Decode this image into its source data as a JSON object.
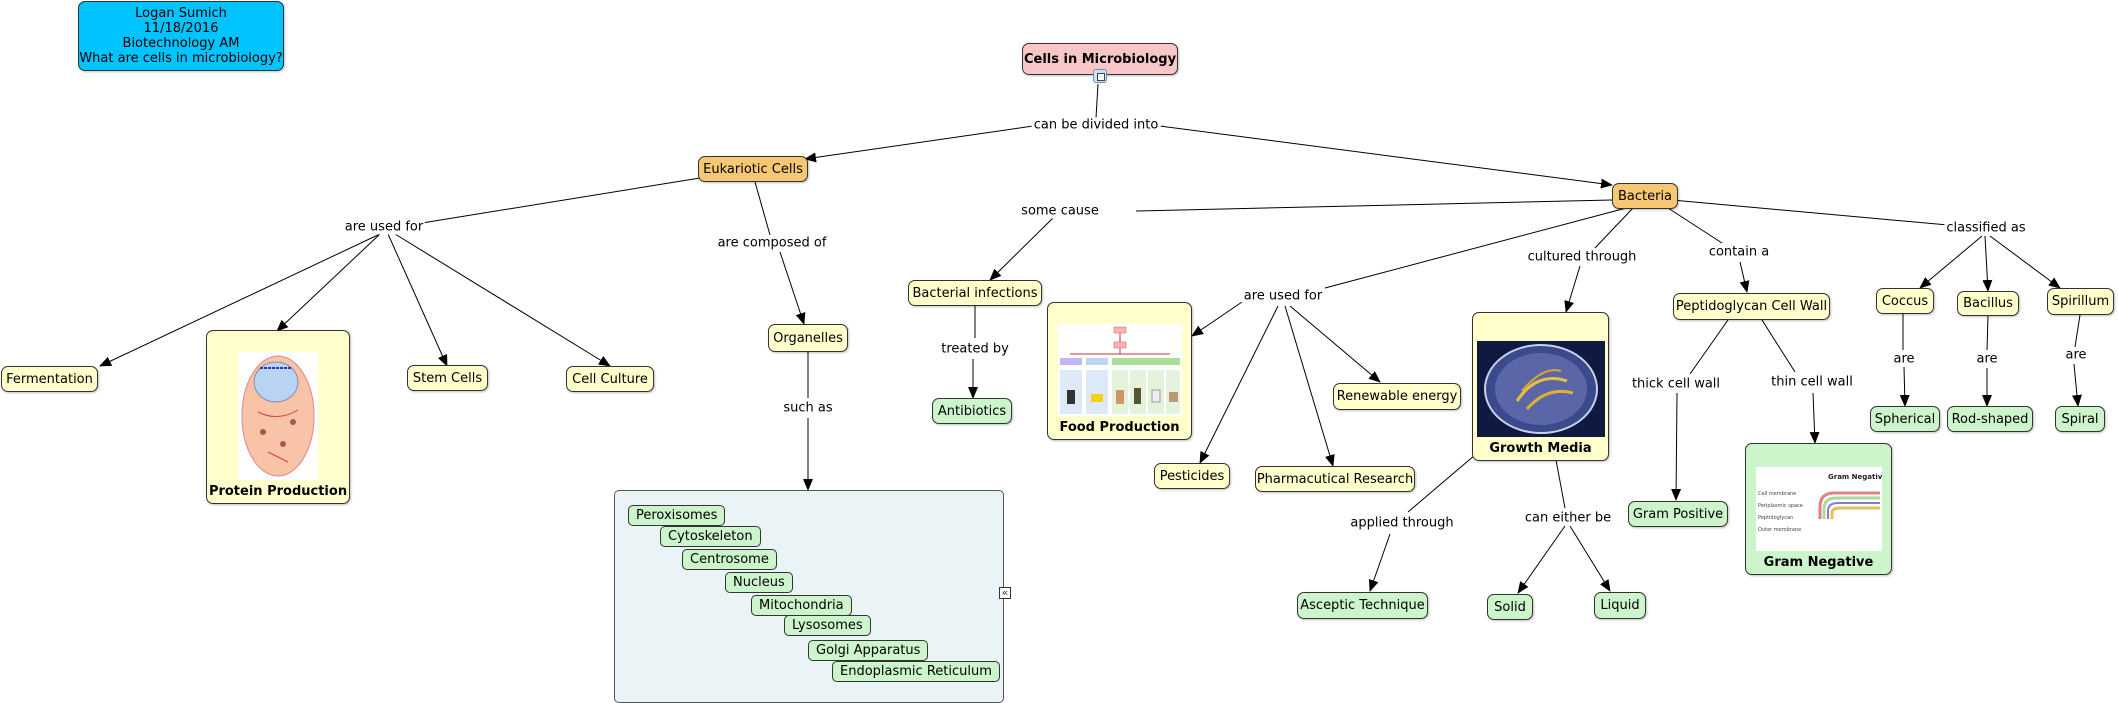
{
  "info_box": {
    "line1": "Logan Sumich",
    "line2": "11/18/2016",
    "line3": "Biotechnology AM",
    "line4": "What are cells in microbiology?"
  },
  "nodes": {
    "root": "Cells in Microbiology",
    "eukaryotic": "Eukariotic Cells",
    "bacteria": "Bacteria",
    "fermentation": "Fermentation",
    "protein_production": "Protein Production",
    "stem_cells": "Stem Cells",
    "cell_culture": "Cell Culture",
    "organelles": "Organelles",
    "bacterial_infections": "Bacterial infections",
    "antibiotics": "Antibiotics",
    "food_production": "Food Production",
    "pesticides": "Pesticides",
    "pharmaceutical": "Pharmacutical Research",
    "renewable": "Renewable energy",
    "growth_media": "Growth Media",
    "asceptic": "Asceptic Technique",
    "solid": "Solid",
    "liquid": "Liquid",
    "peptidoglycan": "Peptidoglycan Cell Wall",
    "gram_positive": "Gram Positive",
    "gram_negative": "Gram Negative",
    "coccus": "Coccus",
    "bacillus": "Bacillus",
    "spirillum": "Spirillum",
    "spherical": "Spherical",
    "rod_shaped": "Rod-shaped",
    "spiral": "Spiral"
  },
  "organelles_list": [
    "Peroxisomes",
    "Cytoskeleton",
    "Centrosome",
    "Nucleus",
    "Mitochondria",
    "Lysosomes",
    "Golgi Apparatus",
    "Endoplasmic Reticulum"
  ],
  "links": {
    "can_be_divided_into": "can be divided into",
    "are_used_for_1": "are used for",
    "are_composed_of": "are composed of",
    "such_as": "such as",
    "some_cause": "some cause",
    "treated_by": "treated by",
    "are_used_for_2": "are used for",
    "cultured_through": "cultured through",
    "contain_a": "contain a",
    "classified_as": "classified as",
    "applied_through": "applied through",
    "can_either_be": "can either be",
    "thick_cell_wall": "thick cell wall",
    "thin_cell_wall": "thin cell wall",
    "are_1": "are",
    "are_2": "are",
    "are_3": "are"
  },
  "thumb_labels": {
    "gram_negative_title": "Gram Negative",
    "gram_negative_layers": [
      "Cell membrane",
      "Periplasmic space",
      "Peptidoglycan",
      "Outer membrane"
    ]
  },
  "colors": {
    "yellow": "#ffffcc",
    "orange": "#f7c873",
    "pink": "#f8c6c6",
    "green": "#ccf5cc",
    "blue": "#00c4ff",
    "group_bg": "#eaf3f5"
  },
  "icons": {
    "root_resource": "document-icon",
    "collapse": "collapse-arrows-icon"
  }
}
